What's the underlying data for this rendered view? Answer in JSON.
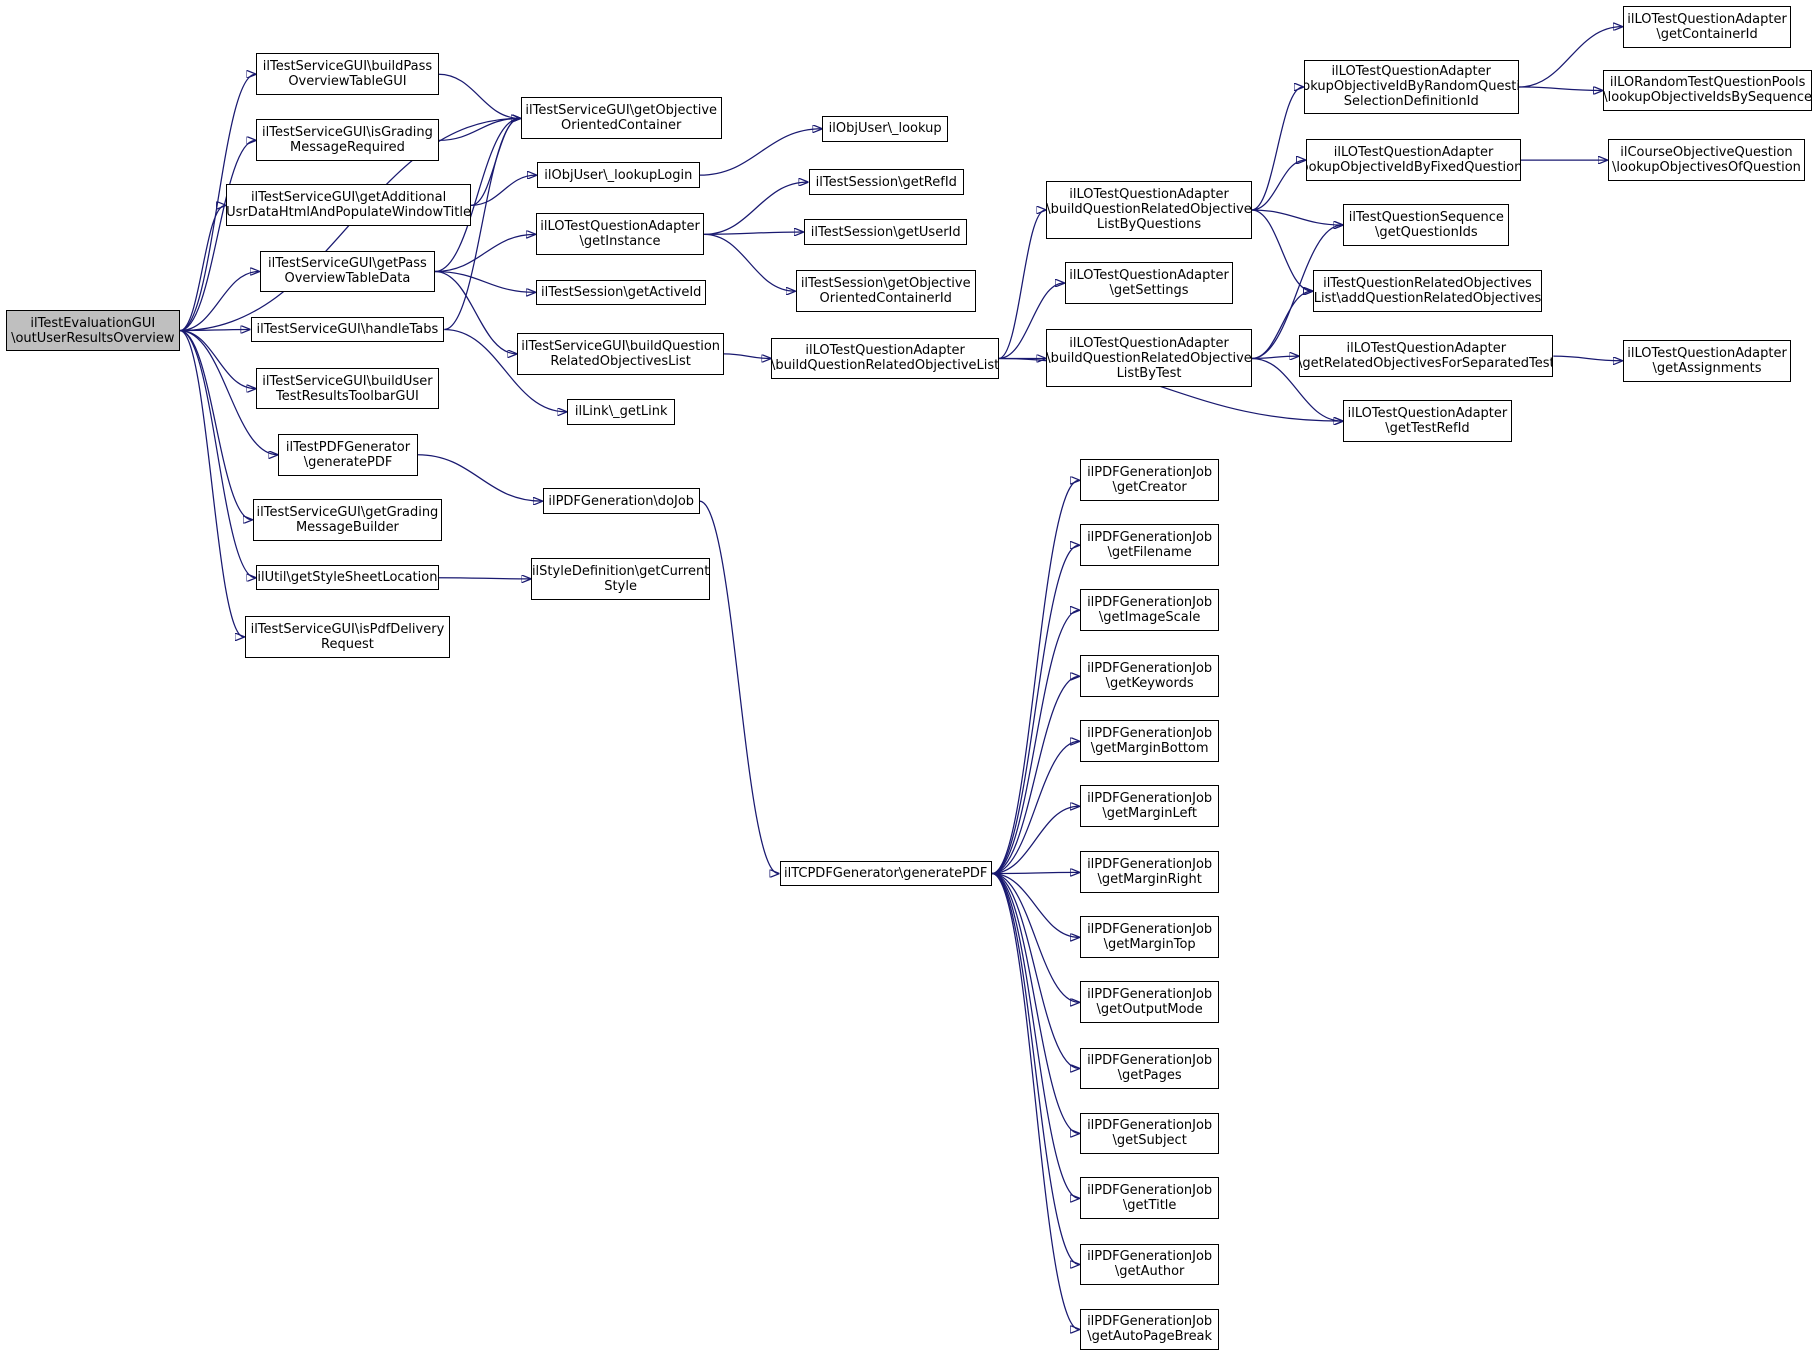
{
  "colors": {
    "edge": "#191970",
    "node_border": "#000000",
    "node_fill": "#ffffff",
    "root_fill": "#bfbfbf"
  },
  "nodes": {
    "root": [
      "ilTestEvaluationGUI",
      "\\outUserResultsOverview"
    ],
    "buildPass": [
      "ilTestServiceGUI\\buildPass",
      "OverviewTableGUI"
    ],
    "isGrading": [
      "ilTestServiceGUI\\isGrading",
      "MessageRequired"
    ],
    "getAdditional": [
      "ilTestServiceGUI\\getAdditional",
      "UsrDataHtmlAndPopulateWindowTitle"
    ],
    "getPassData": [
      "ilTestServiceGUI\\getPass",
      "OverviewTableData"
    ],
    "handleTabs": [
      "ilTestServiceGUI\\handleTabs"
    ],
    "buildUserToolbar": [
      "ilTestServiceGUI\\buildUser",
      "TestResultsToolbarGUI"
    ],
    "pdfGen": [
      "ilTestPDFGenerator",
      "\\generatePDF"
    ],
    "gradingBuilder": [
      "ilTestServiceGUI\\getGrading",
      "MessageBuilder"
    ],
    "styleSheet": [
      "ilUtil\\getStyleSheetLocation"
    ],
    "isPdf": [
      "ilTestServiceGUI\\isPdfDelivery",
      "Request"
    ],
    "objContainer": [
      "ilTestServiceGUI\\getObjective",
      "OrientedContainer"
    ],
    "lookupLogin": [
      "ilObjUser\\_lookupLogin"
    ],
    "lookup": [
      "ilObjUser\\_lookup"
    ],
    "loGetInstance": [
      "ilLOTestQuestionAdapter",
      "\\getInstance"
    ],
    "getRefId": [
      "ilTestSession\\getRefId"
    ],
    "getUserId": [
      "ilTestSession\\getUserId"
    ],
    "sessObjContainer": [
      "ilTestSession\\getObjective",
      "OrientedContainerId"
    ],
    "getActiveId": [
      "ilTestSession\\getActiveId"
    ],
    "buildQROList": [
      "ilTestServiceGUI\\buildQuestion",
      "RelatedObjectivesList"
    ],
    "getLink": [
      "ilLink\\_getLink"
    ],
    "doJob": [
      "ilPDFGeneration\\doJob"
    ],
    "styleDef": [
      "ilStyleDefinition\\getCurrent",
      "Style"
    ],
    "loBuildQROList": [
      "ilLOTestQuestionAdapter",
      "\\buildQuestionRelatedObjectiveList"
    ],
    "loByQuestions": [
      "ilLOTestQuestionAdapter",
      "\\buildQuestionRelatedObjective",
      "ListByQuestions"
    ],
    "loGetSettings": [
      "ilLOTestQuestionAdapter",
      "\\getSettings"
    ],
    "loByTest": [
      "ilLOTestQuestionAdapter",
      "\\buildQuestionRelatedObjective",
      "ListByTest"
    ],
    "loLookupRandom": [
      "ilLOTestQuestionAdapter",
      "\\lookupObjectiveIdByRandomQuestion",
      "SelectionDefinitionId"
    ],
    "loLookupFixed": [
      "ilLOTestQuestionAdapter",
      "\\lookupObjectiveIdByFixedQuestionId"
    ],
    "qSeq": [
      "ilTestQuestionSequence",
      "\\getQuestionIds"
    ],
    "addQRO": [
      "ilTestQuestionRelatedObjectives",
      "List\\addQuestionRelatedObjectives"
    ],
    "loRelSep": [
      "ilLOTestQuestionAdapter",
      "\\getRelatedObjectivesForSeparatedTest"
    ],
    "loTestRefId": [
      "ilLOTestQuestionAdapter",
      "\\getTestRefId"
    ],
    "loContainerId": [
      "ilLOTestQuestionAdapter",
      "\\getContainerId"
    ],
    "loRandomPools": [
      "ilLORandomTestQuestionPools",
      "\\lookupObjectiveIdsBySequence"
    ],
    "courseObjQ": [
      "ilCourseObjectiveQuestion",
      "\\lookupObjectivesOfQuestion"
    ],
    "loAssignments": [
      "ilLOTestQuestionAdapter",
      "\\getAssignments"
    ],
    "tcpdf": [
      "ilTCPDFGenerator\\generatePDF"
    ],
    "jCreator": [
      "ilPDFGenerationJob",
      "\\getCreator"
    ],
    "jFilename": [
      "ilPDFGenerationJob",
      "\\getFilename"
    ],
    "jImageScale": [
      "ilPDFGenerationJob",
      "\\getImageScale"
    ],
    "jKeywords": [
      "ilPDFGenerationJob",
      "\\getKeywords"
    ],
    "jMarginBottom": [
      "ilPDFGenerationJob",
      "\\getMarginBottom"
    ],
    "jMarginLeft": [
      "ilPDFGenerationJob",
      "\\getMarginLeft"
    ],
    "jMarginRight": [
      "ilPDFGenerationJob",
      "\\getMarginRight"
    ],
    "jMarginTop": [
      "ilPDFGenerationJob",
      "\\getMarginTop"
    ],
    "jOutputMode": [
      "ilPDFGenerationJob",
      "\\getOutputMode"
    ],
    "jPages": [
      "ilPDFGenerationJob",
      "\\getPages"
    ],
    "jSubject": [
      "ilPDFGenerationJob",
      "\\getSubject"
    ],
    "jTitle": [
      "ilPDFGenerationJob",
      "\\getTitle"
    ],
    "jAuthor": [
      "ilPDFGenerationJob",
      "\\getAuthor"
    ],
    "jAutoPageBreak": [
      "ilPDFGenerationJob",
      "\\getAutoPageBreak"
    ]
  },
  "edges": [
    [
      "root",
      "buildPass"
    ],
    [
      "root",
      "isGrading"
    ],
    [
      "root",
      "getAdditional"
    ],
    [
      "root",
      "getPassData"
    ],
    [
      "root",
      "handleTabs"
    ],
    [
      "root",
      "buildUserToolbar"
    ],
    [
      "root",
      "pdfGen"
    ],
    [
      "root",
      "gradingBuilder"
    ],
    [
      "root",
      "styleSheet"
    ],
    [
      "root",
      "isPdf"
    ],
    [
      "root",
      "objContainer"
    ],
    [
      "buildPass",
      "objContainer"
    ],
    [
      "isGrading",
      "objContainer"
    ],
    [
      "getAdditional",
      "objContainer"
    ],
    [
      "getAdditional",
      "lookupLogin"
    ],
    [
      "getPassData",
      "objContainer"
    ],
    [
      "getPassData",
      "loGetInstance"
    ],
    [
      "getPassData",
      "getActiveId"
    ],
    [
      "getPassData",
      "buildQROList"
    ],
    [
      "handleTabs",
      "objContainer"
    ],
    [
      "handleTabs",
      "getLink"
    ],
    [
      "pdfGen",
      "doJob"
    ],
    [
      "styleSheet",
      "styleDef"
    ],
    [
      "lookupLogin",
      "lookup"
    ],
    [
      "loGetInstance",
      "getRefId"
    ],
    [
      "loGetInstance",
      "getUserId"
    ],
    [
      "loGetInstance",
      "sessObjContainer"
    ],
    [
      "buildQROList",
      "loBuildQROList"
    ],
    [
      "loBuildQROList",
      "loByQuestions"
    ],
    [
      "loBuildQROList",
      "loGetSettings"
    ],
    [
      "loBuildQROList",
      "loByTest"
    ],
    [
      "loBuildQROList",
      "loTestRefId"
    ],
    [
      "loByQuestions",
      "loLookupRandom"
    ],
    [
      "loByQuestions",
      "loLookupFixed"
    ],
    [
      "loByQuestions",
      "qSeq"
    ],
    [
      "loByQuestions",
      "addQRO"
    ],
    [
      "loByTest",
      "qSeq"
    ],
    [
      "loByTest",
      "addQRO"
    ],
    [
      "loByTest",
      "loRelSep"
    ],
    [
      "loByTest",
      "loTestRefId"
    ],
    [
      "loLookupRandom",
      "loContainerId"
    ],
    [
      "loLookupRandom",
      "loRandomPools"
    ],
    [
      "loLookupFixed",
      "courseObjQ"
    ],
    [
      "loRelSep",
      "loAssignments"
    ],
    [
      "doJob",
      "tcpdf"
    ],
    [
      "tcpdf",
      "jCreator"
    ],
    [
      "tcpdf",
      "jFilename"
    ],
    [
      "tcpdf",
      "jImageScale"
    ],
    [
      "tcpdf",
      "jKeywords"
    ],
    [
      "tcpdf",
      "jMarginBottom"
    ],
    [
      "tcpdf",
      "jMarginLeft"
    ],
    [
      "tcpdf",
      "jMarginRight"
    ],
    [
      "tcpdf",
      "jMarginTop"
    ],
    [
      "tcpdf",
      "jOutputMode"
    ],
    [
      "tcpdf",
      "jPages"
    ],
    [
      "tcpdf",
      "jSubject"
    ],
    [
      "tcpdf",
      "jTitle"
    ],
    [
      "tcpdf",
      "jAuthor"
    ],
    [
      "tcpdf",
      "jAutoPageBreak"
    ]
  ]
}
